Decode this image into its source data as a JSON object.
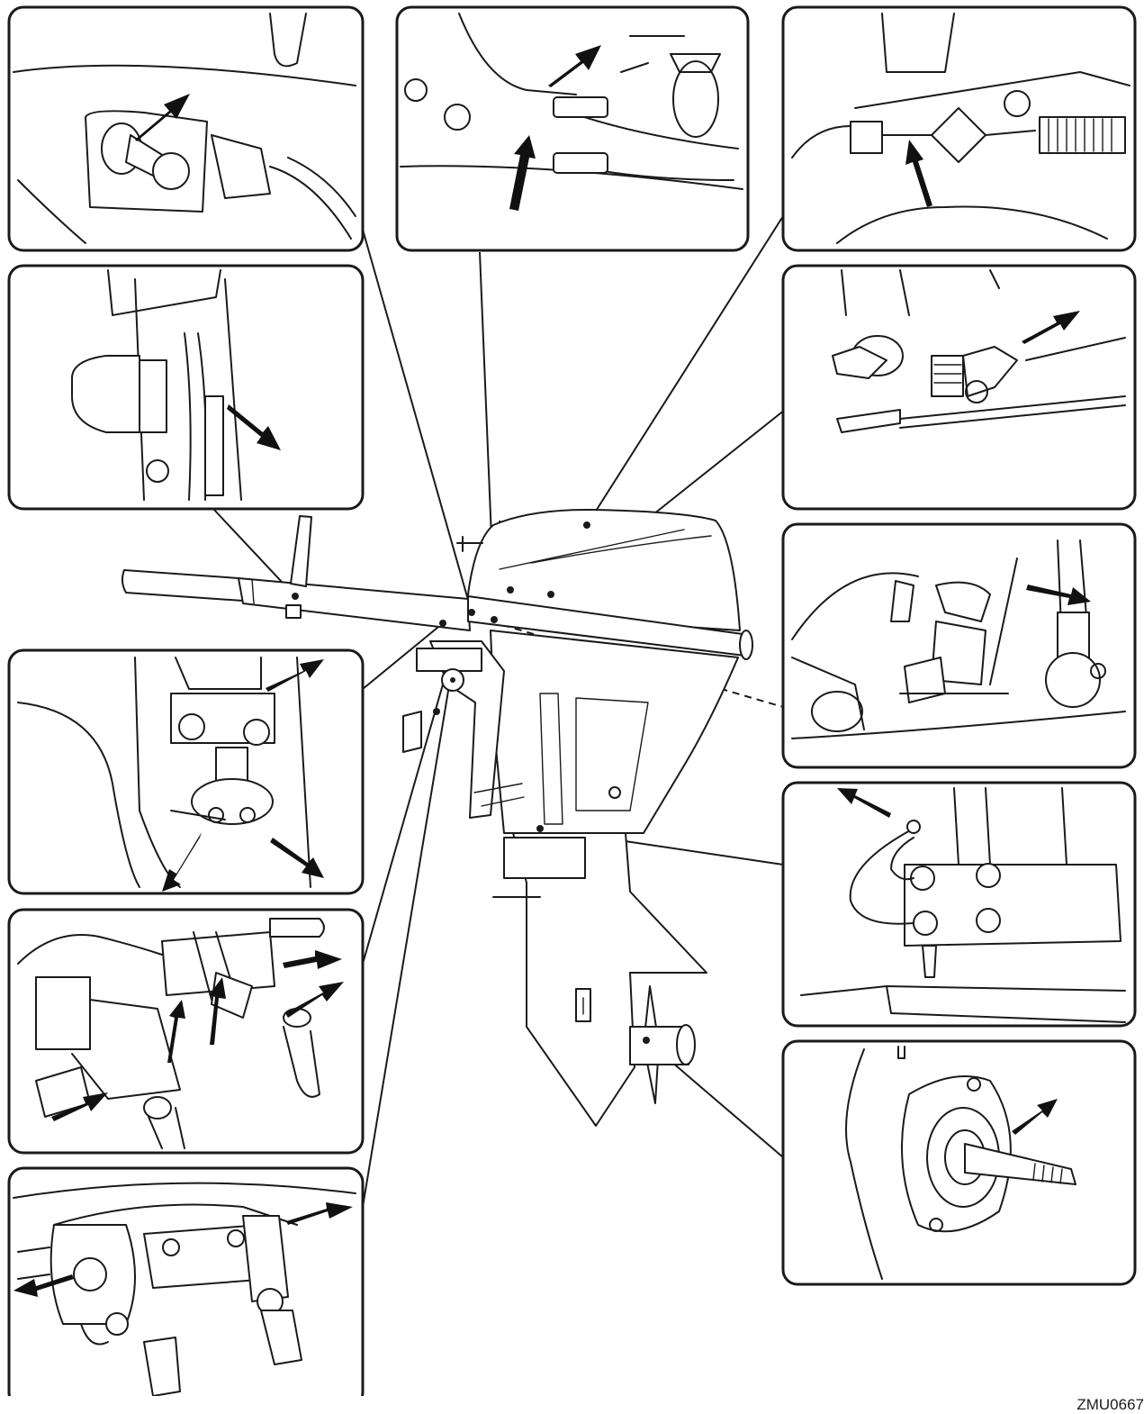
{
  "figure": {
    "code": "ZMU0667",
    "line_color": "#1a1a1a",
    "arrow_color": "#111111"
  },
  "detail_views": [
    {
      "id": "tilt-lock-pin",
      "icon": "pin-arrow-icon",
      "arrow_count": 1
    },
    {
      "id": "throttle-cables",
      "icon": "cable-arrow-icon",
      "arrow_count": 2
    },
    {
      "id": "choke-linkage",
      "icon": "linkage-arrow-icon",
      "arrow_count": 1
    },
    {
      "id": "steering-friction",
      "icon": "friction-arrow-icon",
      "arrow_count": 1
    },
    {
      "id": "carburetor-linkage",
      "icon": "carb-arrow-icon",
      "arrow_count": 1
    },
    {
      "id": "shift-rod-joint",
      "icon": "rod-arrow-icon",
      "arrow_count": 3
    },
    {
      "id": "throttle-cam",
      "icon": "cam-arrow-icon",
      "arrow_count": 1
    },
    {
      "id": "swivel-bracket",
      "icon": "bracket-arrow-icon",
      "arrow_count": 5
    },
    {
      "id": "ground-lead",
      "icon": "lead-arrow-icon",
      "arrow_count": 1
    },
    {
      "id": "clamp-screws",
      "icon": "clamp-arrow-icon",
      "arrow_count": 2
    },
    {
      "id": "propeller-shaft",
      "icon": "shaft-arrow-icon",
      "arrow_count": 1
    }
  ]
}
